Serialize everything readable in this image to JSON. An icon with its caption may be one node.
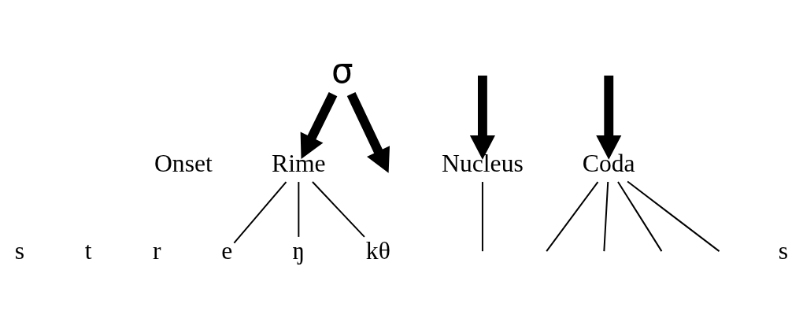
{
  "diagram": {
    "nodes": [
      {
        "text": [
          "σ"
        ]
      },
      {
        "text": [
          "Rime"
        ]
      },
      {
        "text": [
          "Nucleus"
        ]
      },
      {
        "text": [
          "Coda"
        ]
      },
      {
        "text": [
          "e"
        ]
      },
      {
        "text": [
          "ŋ"
        ]
      },
      {
        "text": [
          "kθ"
        ]
      }
    ],
    "edges": [
      {
        "from": 0,
        "to": 1,
        "arrow": "to",
        "style": "thick"
      },
      {
        "from": 0,
        "to": null,
        "arrow": "to",
        "style": "thick"
      },
      {
        "from": 1,
        "to": 4,
        "arrow": "none"
      },
      {
        "from": 1,
        "to": 5,
        "arrow": "none"
      },
      {
        "from": 1,
        "to": 6,
        "arrow": "none"
      },
      {
        "from": 2,
        "to": null,
        "arrow": "none"
      },
      {
        "from": 3,
        "to": null,
        "arrow": "none"
      },
      {
        "from": 3,
        "to": null,
        "arrow": "none"
      },
      {
        "from": 3,
        "to": null,
        "arrow": "none"
      },
      {
        "from": 3,
        "to": null,
        "arrow": "none"
      },
      {
        "from": null,
        "to": 2,
        "arrow": "to",
        "style": "thick"
      },
      {
        "from": null,
        "to": 3,
        "arrow": "to",
        "style": "thick"
      }
    ],
    "labels": [
      "Onset",
      "s",
      "t",
      "r",
      "s"
    ]
  }
}
